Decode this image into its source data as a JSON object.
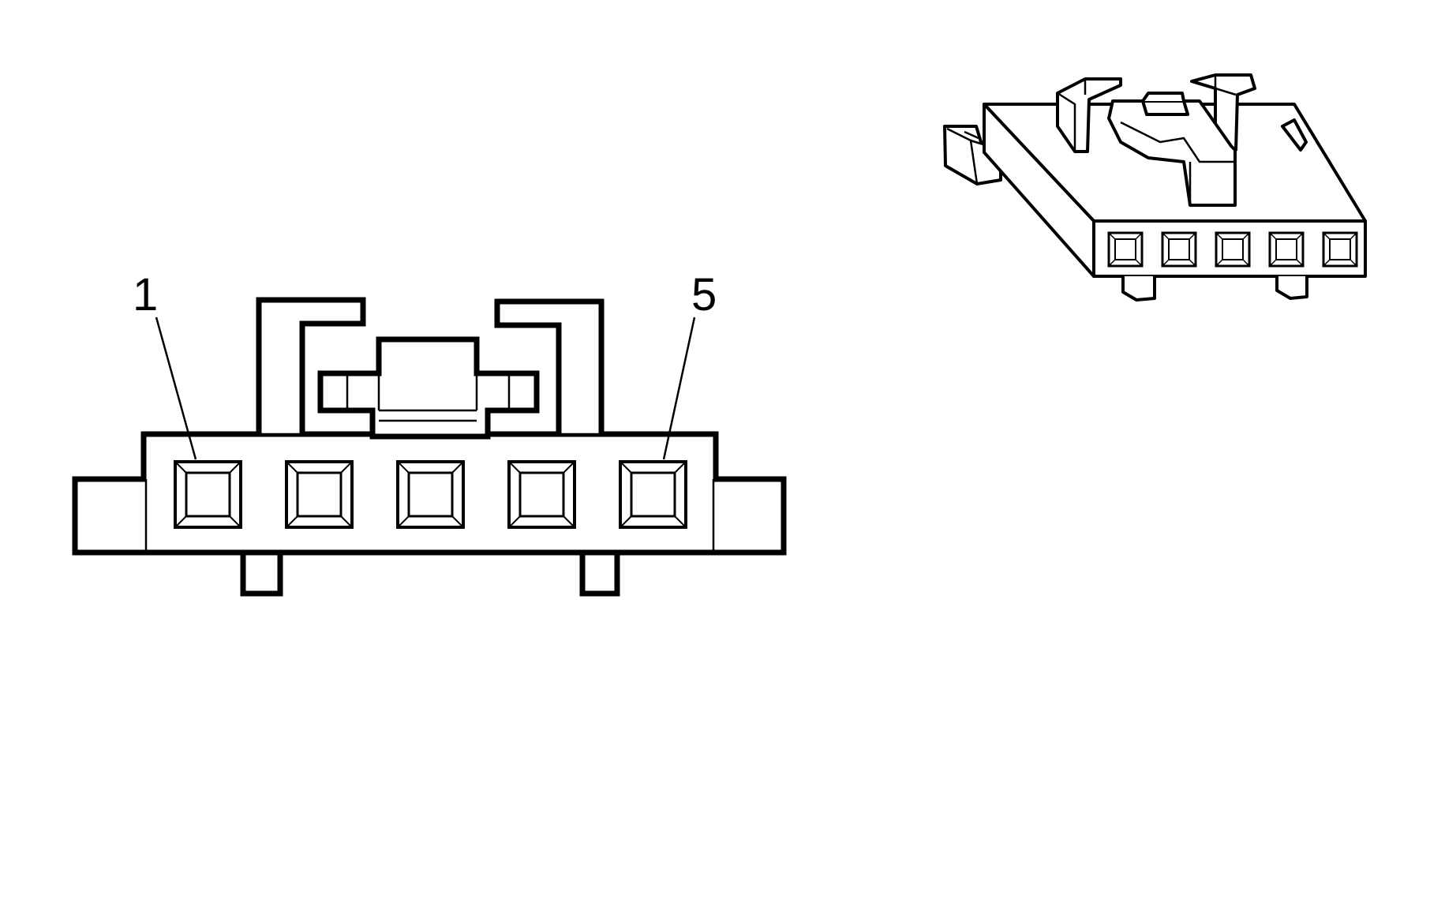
{
  "diagram": {
    "front_view": {
      "pin_labels": {
        "first": "1",
        "last": "5"
      },
      "cavity_count": 5
    },
    "iso_view": {
      "cavity_count": 5
    },
    "colors": {
      "line": "#000000",
      "fill": "#ffffff"
    }
  }
}
